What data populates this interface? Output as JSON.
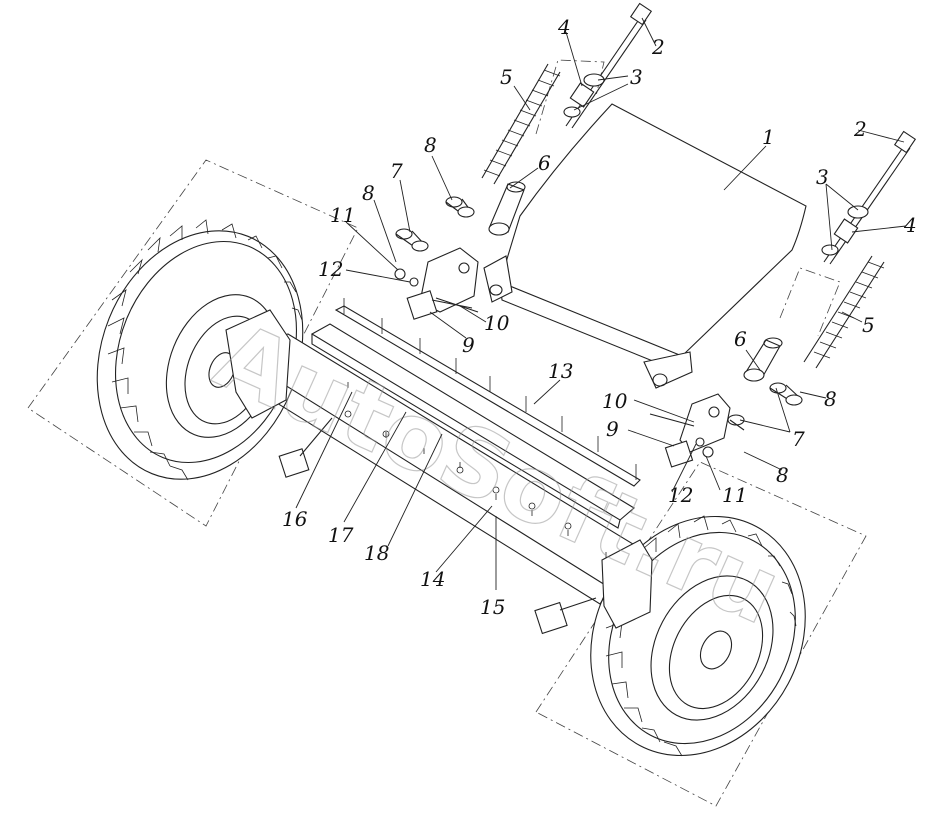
{
  "watermark": "AutoSoft.ru",
  "callouts": [
    {
      "id": "1",
      "text": "1"
    },
    {
      "id": "2a",
      "text": "2"
    },
    {
      "id": "2b",
      "text": "2"
    },
    {
      "id": "3a",
      "text": "3"
    },
    {
      "id": "3b",
      "text": "3"
    },
    {
      "id": "4a",
      "text": "4"
    },
    {
      "id": "4b",
      "text": "4"
    },
    {
      "id": "5a",
      "text": "5"
    },
    {
      "id": "5b",
      "text": "5"
    },
    {
      "id": "6a",
      "text": "6"
    },
    {
      "id": "6b",
      "text": "6"
    },
    {
      "id": "7a",
      "text": "7"
    },
    {
      "id": "7b",
      "text": "7"
    },
    {
      "id": "8a",
      "text": "8"
    },
    {
      "id": "8b",
      "text": "8"
    },
    {
      "id": "8c",
      "text": "8"
    },
    {
      "id": "8d",
      "text": "8"
    },
    {
      "id": "9a",
      "text": "9"
    },
    {
      "id": "9b",
      "text": "9"
    },
    {
      "id": "10a",
      "text": "10"
    },
    {
      "id": "10b",
      "text": "10"
    },
    {
      "id": "11a",
      "text": "11"
    },
    {
      "id": "11b",
      "text": "11"
    },
    {
      "id": "12a",
      "text": "12"
    },
    {
      "id": "12b",
      "text": "12"
    },
    {
      "id": "13",
      "text": "13"
    },
    {
      "id": "14",
      "text": "14"
    },
    {
      "id": "15",
      "text": "15"
    },
    {
      "id": "16",
      "text": "16"
    },
    {
      "id": "17",
      "text": "17"
    },
    {
      "id": "18",
      "text": "18"
    }
  ]
}
